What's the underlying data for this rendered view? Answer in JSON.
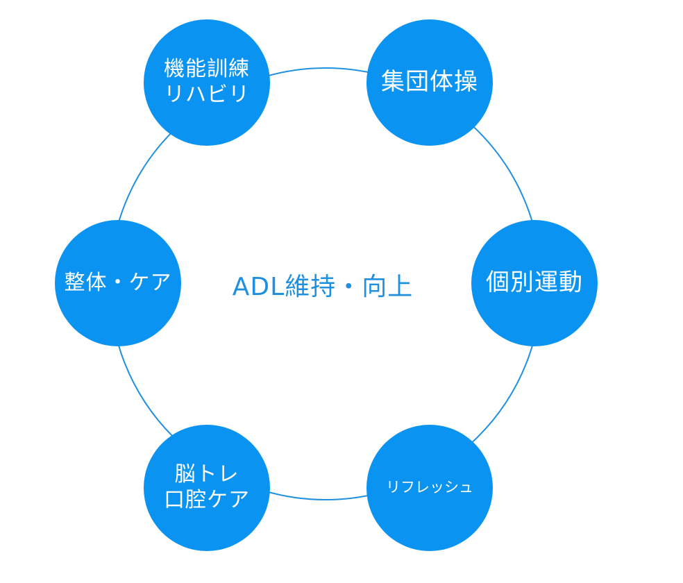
{
  "center_label": "ADL維持・向上",
  "colors": {
    "node_fill": "#0a93f0",
    "ring_stroke": "#1f8fe0",
    "center_text": "#1f8fe0",
    "node_text": "#ffffff"
  },
  "nodes": {
    "kinou": {
      "lines": [
        "機能訓練",
        "リハビリ"
      ]
    },
    "shudan": {
      "lines": [
        "集団体操"
      ]
    },
    "kobetsu": {
      "lines": [
        "個別運動"
      ]
    },
    "refresh": {
      "lines": [
        "リフレッシュ"
      ]
    },
    "nou": {
      "lines": [
        "脳トレ",
        "口腔ケア"
      ]
    },
    "seitai": {
      "lines": [
        "整体・ケア"
      ]
    }
  }
}
